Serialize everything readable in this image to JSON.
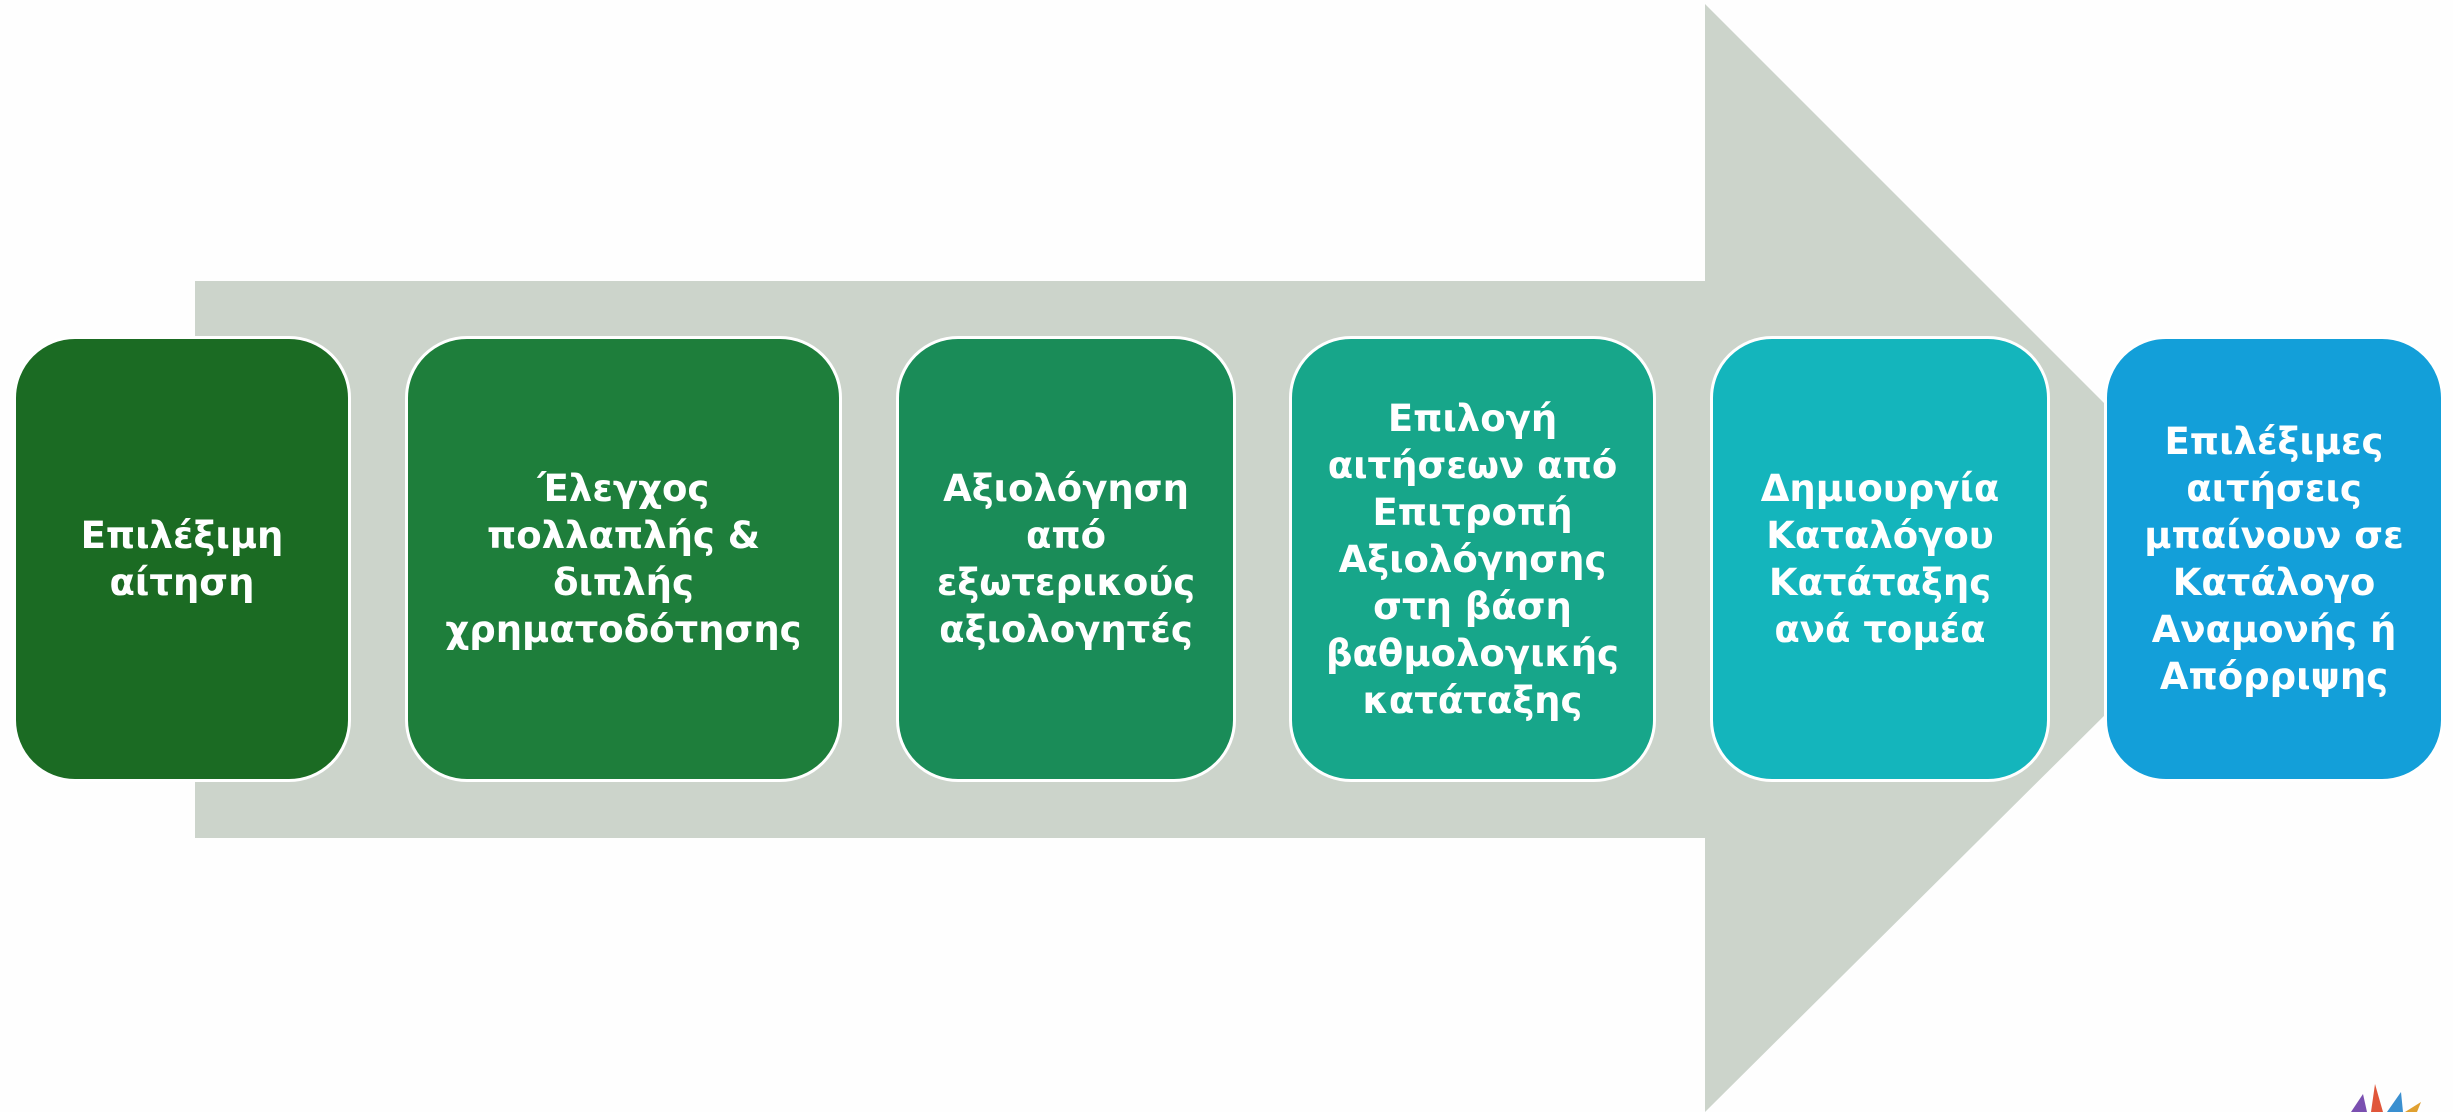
{
  "process": {
    "steps": [
      {
        "label": "Επιλέξιμη αίτηση",
        "color": "#1b6b23"
      },
      {
        "label": "Έλεγχος πολλαπλής & διπλής χρηματοδότησης",
        "color": "#1e7e3b"
      },
      {
        "label": "Αξιολόγηση από εξωτερικούς αξιολογητές",
        "color": "#1a8c58"
      },
      {
        "label": "Επιλογή αιτήσεων από Επιτροπή Αξιολόγησης στη βάση βαθμολογικής κατάταξης",
        "color": "#17a68a"
      },
      {
        "label": "Δημιουργία Καταλόγου Κατάταξης ανά τομέα",
        "color": "#14b5bc"
      },
      {
        "label": "Επιλέξιμες αιτήσεις μπαίνουν σε Κατάλογο Αναμονής ή Απόρριψης",
        "color": "#139fd9"
      }
    ]
  },
  "colors": {
    "arrow": "#ccd4cb",
    "background": "#fefefe",
    "box_border": "#ffffff"
  }
}
